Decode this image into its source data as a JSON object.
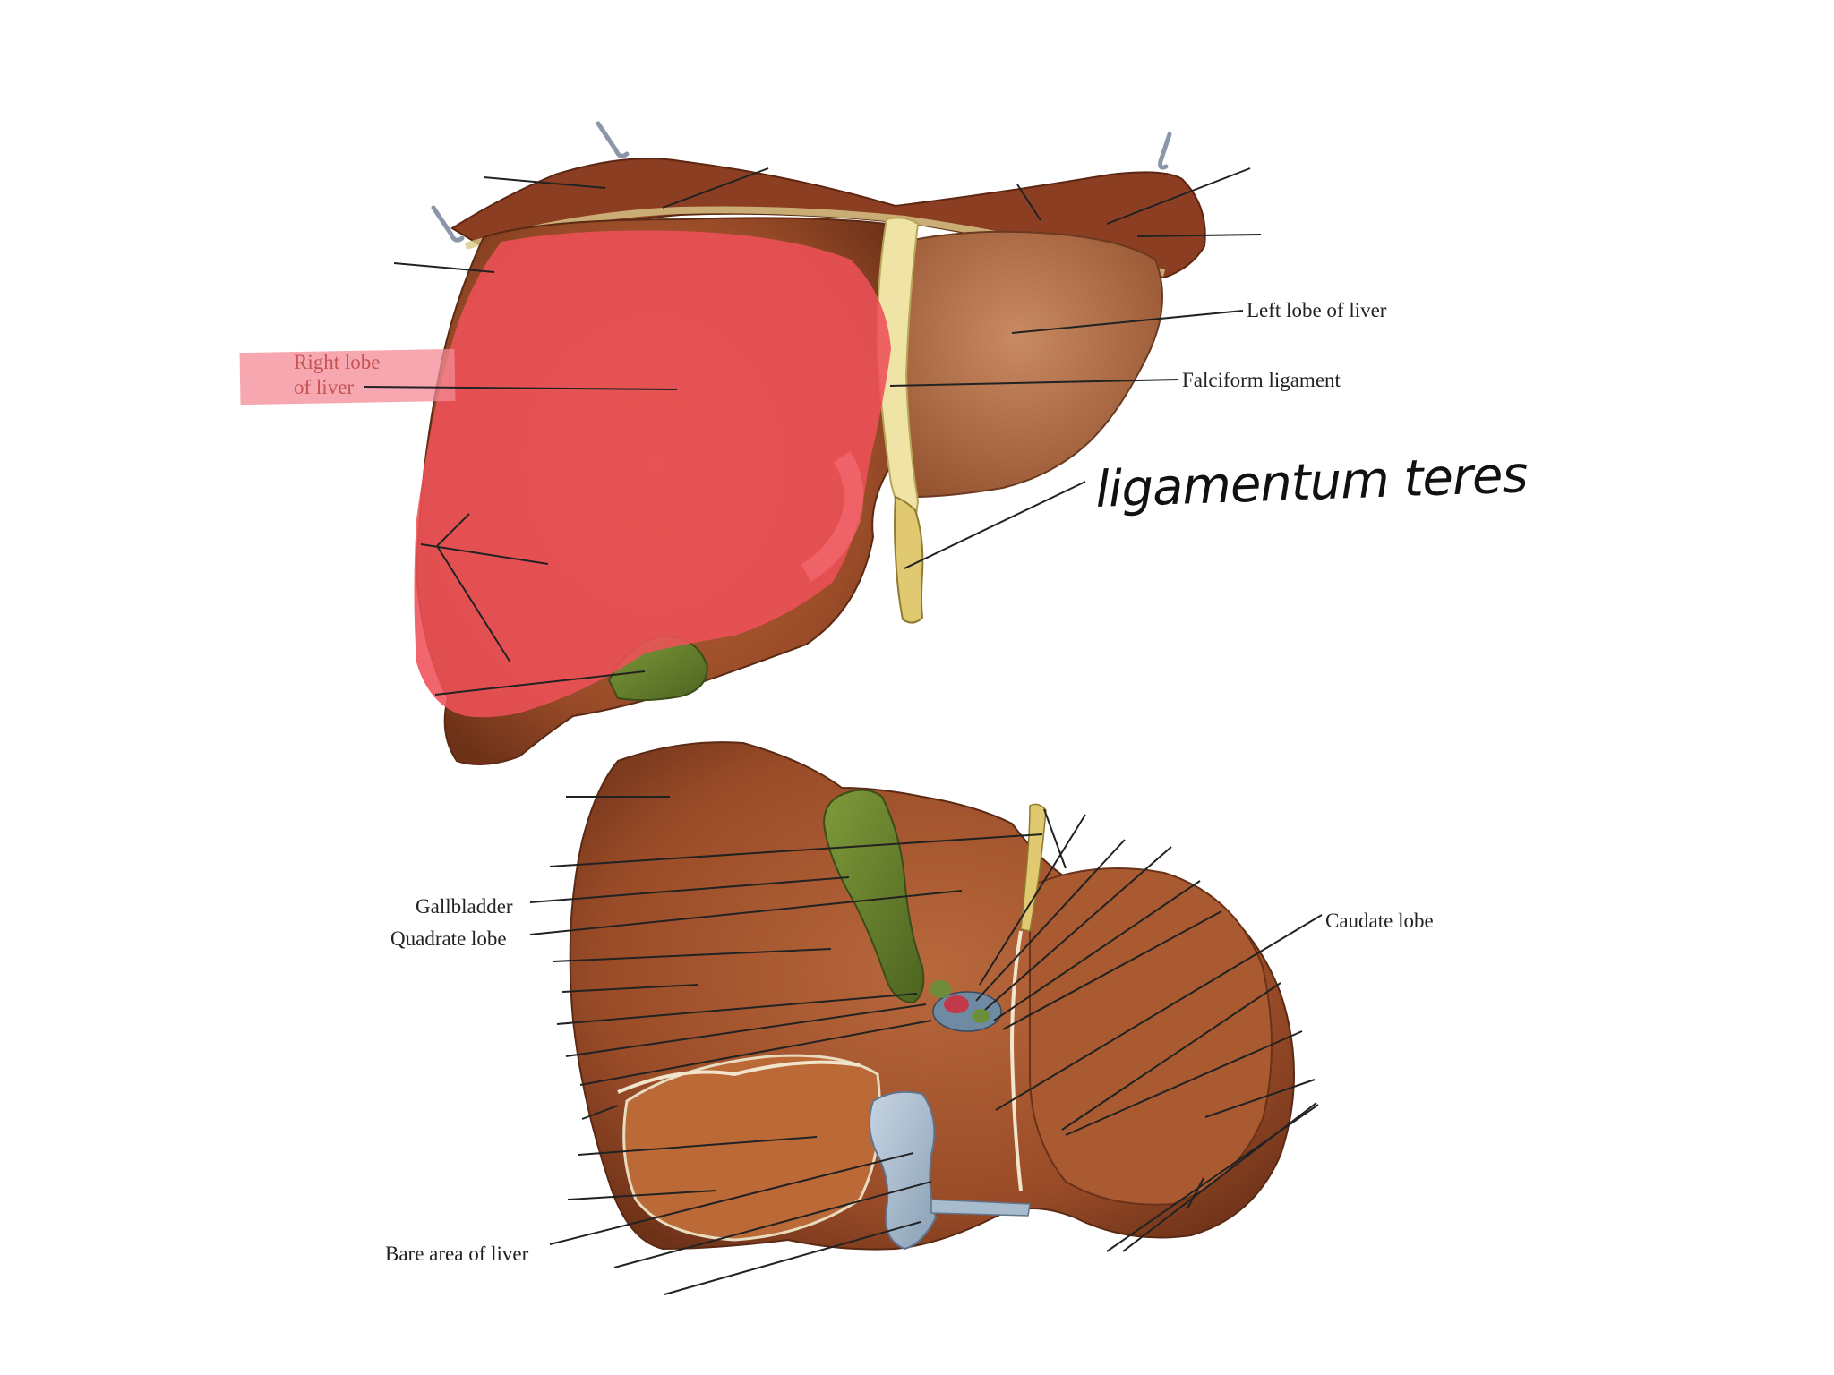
{
  "labels": {
    "left_lobe": "Left lobe of liver",
    "falciform": "Falciform ligament",
    "right_lobe_line1": "Right lobe",
    "right_lobe_line2": "of liver",
    "ligamentum_teres": "ligamentum teres",
    "gallbladder": "Gallbladder",
    "quadrate": "Quadrate lobe",
    "caudate": "Caudate lobe",
    "bare_area": "Bare area of liver"
  },
  "colors": {
    "liver_brown": "#a0522d",
    "liver_dark": "#7a3a1f",
    "highlight_red": "#e8555b",
    "gallbladder_green": "#5f7a2a",
    "ligament_yellow": "#e6d58a",
    "ivc_blue": "#9fb3c8"
  }
}
